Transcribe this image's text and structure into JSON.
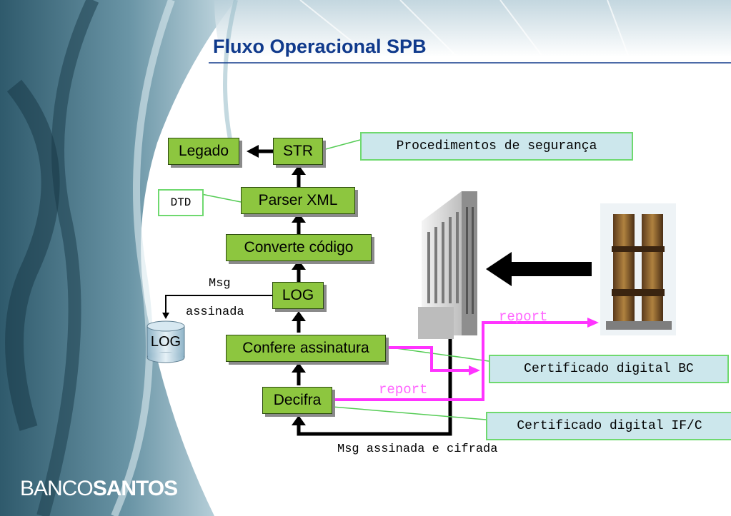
{
  "title": "Fluxo Operacional SPB",
  "flow": {
    "legado": "Legado",
    "str": "STR",
    "parser": "Parser XML",
    "converte": "Converte código",
    "log": "LOG",
    "confere": "Confere assinatura",
    "decifra": "Decifra"
  },
  "notes": {
    "seguranca": "Procedimentos de segurança",
    "dtd": "DTD",
    "cert_bc": "Certificado digital BC",
    "cert_if": "Certificado digital IF/C"
  },
  "labels": {
    "msg": "Msg",
    "assinada": "assinada",
    "log_storage": "LOG",
    "report_top": "report",
    "report_bottom": "report",
    "msg_cifrada": "Msg assinada e cifrada"
  },
  "logo": {
    "part1": "BANCO",
    "part2": "SANTOS"
  },
  "colors": {
    "flow_box": "#8dc63f",
    "note_box": "#cce7ec",
    "note_border": "#6fd96f",
    "report": "#ff33ff",
    "title": "#103a8c"
  }
}
